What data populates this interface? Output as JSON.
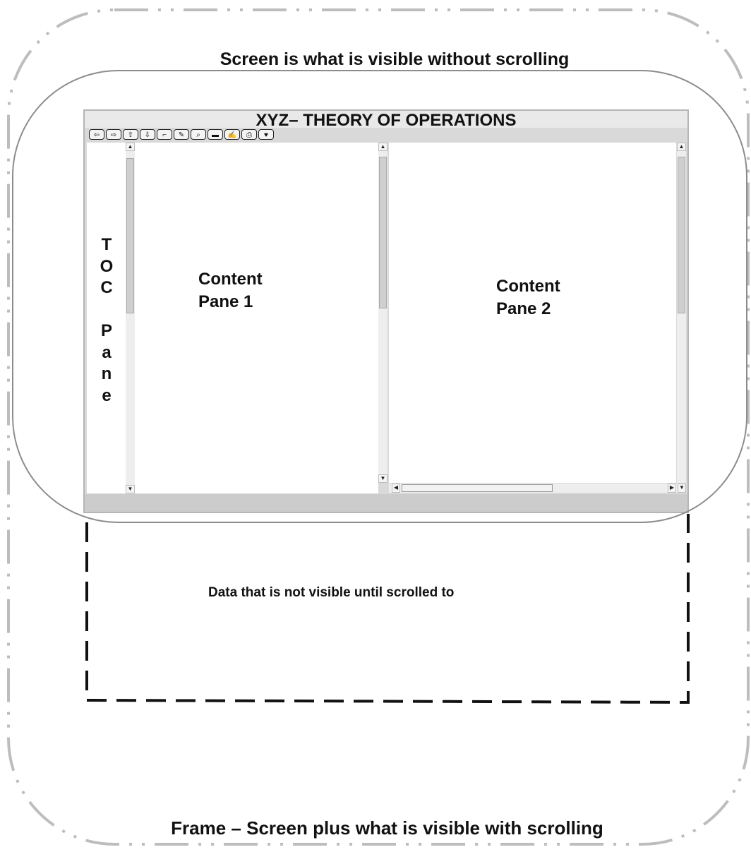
{
  "diagram": {
    "screen_caption": "Screen is what is visible without scrolling",
    "frame_caption": "Frame – Screen plus what is visible with scrolling",
    "scroll_caption": "Data that is not visible until scrolled to"
  },
  "window": {
    "title": "XYZ– THEORY OF OPERATIONS",
    "toolbar": [
      {
        "name": "back-icon",
        "glyph": "⇦"
      },
      {
        "name": "forward-icon",
        "glyph": "⇨"
      },
      {
        "name": "up-icon",
        "glyph": "⇧"
      },
      {
        "name": "down-icon",
        "glyph": "⇩"
      },
      {
        "name": "bookmark-icon",
        "glyph": "⌐"
      },
      {
        "name": "edit-icon",
        "glyph": "✎"
      },
      {
        "name": "search-icon",
        "glyph": "⌕"
      },
      {
        "name": "display-icon",
        "glyph": "▬"
      },
      {
        "name": "note-icon",
        "glyph": "✍"
      },
      {
        "name": "print-icon",
        "glyph": "⎙"
      },
      {
        "name": "help-icon",
        "glyph": "♥"
      }
    ],
    "toc_label": "T\nO\nC\n\nP\na\nn\ne",
    "content_pane_1": {
      "line1": "Content",
      "line2": "Pane 1"
    },
    "content_pane_2": {
      "line1": "Content",
      "line2": "Pane 2"
    }
  }
}
